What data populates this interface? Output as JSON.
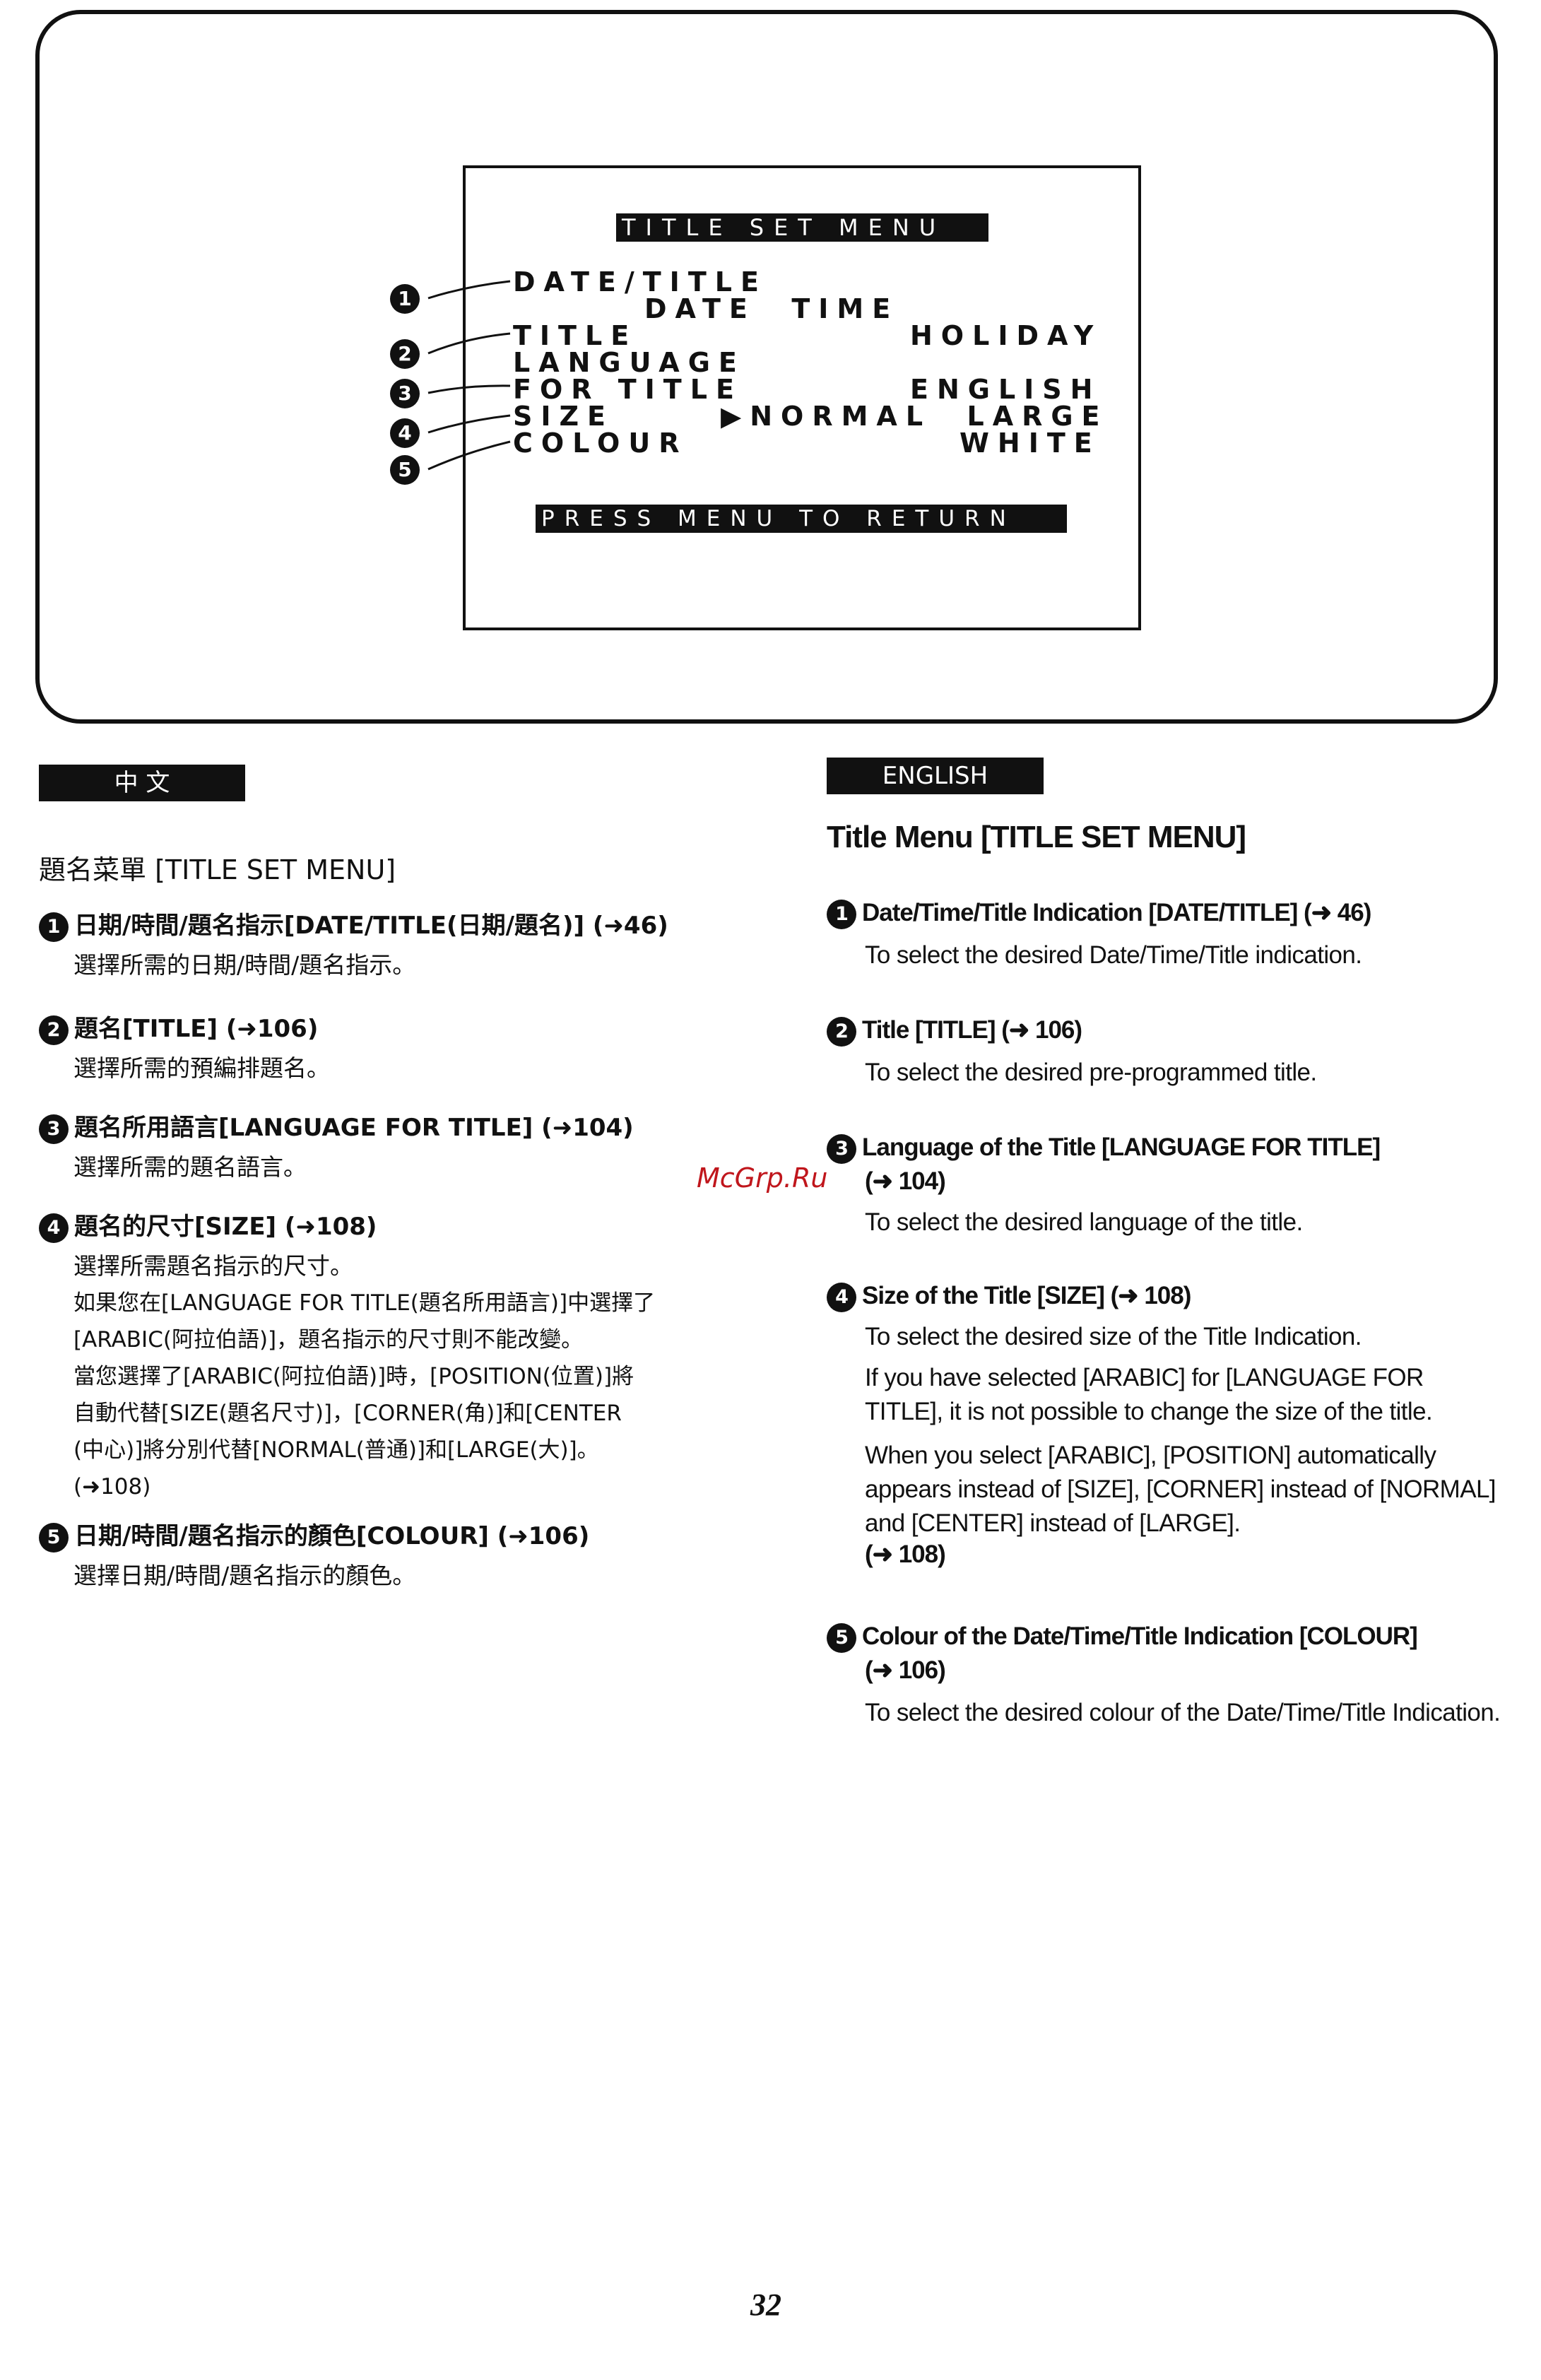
{
  "menu": {
    "header": "TITLE SET MENU",
    "rows": [
      {
        "label": "DATE/TITLE",
        "value": ""
      },
      {
        "label": "",
        "value": "DATE  TIME"
      },
      {
        "label": "TITLE",
        "value": "HOLIDAY"
      },
      {
        "label": "LANGUAGE",
        "value": ""
      },
      {
        "label": "FOR TITLE",
        "value": "ENGLISH"
      },
      {
        "label": "SIZE",
        "value": "▶NORMAL  LARGE"
      },
      {
        "label": "COLOUR",
        "value": "WHITE"
      }
    ],
    "footer": "PRESS MENU TO RETURN",
    "callouts": [
      "1",
      "2",
      "3",
      "4",
      "5"
    ]
  },
  "chinese": {
    "tag": "中 文",
    "heading": "題名菜單 [TITLE SET MENU]",
    "items": [
      {
        "num": "1",
        "title": "日期/時間/題名指示[DATE/TITLE(日期/題名)] (➜46)",
        "body": [
          "選擇所需的日期/時間/題名指示。"
        ]
      },
      {
        "num": "2",
        "title": "題名[TITLE] (➜106)",
        "body": [
          "選擇所需的預編排題名。"
        ]
      },
      {
        "num": "3",
        "title": "題名所用語言[LANGUAGE FOR TITLE] (➜104)",
        "body": [
          "選擇所需的題名語言。"
        ]
      },
      {
        "num": "4",
        "title": "題名的尺寸[SIZE] (➜108)",
        "body": [
          "選擇所需題名指示的尺寸。",
          "如果您在[LANGUAGE FOR TITLE(題名所用語言)]中選擇了",
          "[ARABIC(阿拉伯語)]，題名指示的尺寸則不能改變。",
          "當您選擇了[ARABIC(阿拉伯語)]時，[POSITION(位置)]將",
          "自動代替[SIZE(題名尺寸)]，[CORNER(角)]和[CENTER",
          "(中心)]將分別代替[NORMAL(普通)]和[LARGE(大)]。",
          "(➜108)"
        ]
      },
      {
        "num": "5",
        "title": "日期/時間/題名指示的顏色[COLOUR] (➜106)",
        "body": [
          "選擇日期/時間/題名指示的顏色。"
        ]
      }
    ]
  },
  "english": {
    "tag": "ENGLISH",
    "heading": "Title Menu [TITLE SET MENU]",
    "items": [
      {
        "num": "1",
        "title": "Date/Time/Title Indication [DATE/TITLE] (➜ 46)",
        "title2": "",
        "body": [
          "To select the desired Date/Time/Title indication."
        ]
      },
      {
        "num": "2",
        "title": "Title [TITLE] (➜ 106)",
        "title2": "",
        "body": [
          "To select the desired pre-programmed title."
        ]
      },
      {
        "num": "3",
        "title": "Language of the Title [LANGUAGE FOR TITLE]",
        "title2": "(➜ 104)",
        "body": [
          "To select the desired language of the title."
        ]
      },
      {
        "num": "4",
        "title": "Size of the Title [SIZE] (➜ 108)",
        "title2": "",
        "body": [
          "To select the desired size of the Title Indication.",
          "If you have selected [ARABIC] for [LANGUAGE FOR TITLE], it is not possible to change the size of the title.",
          "When you select [ARABIC], [POSITION] automatically appears instead of [SIZE], [CORNER] instead of [NORMAL] and [CENTER] instead of [LARGE].",
          "(➜ 108)"
        ]
      },
      {
        "num": "5",
        "title": "Colour of the Date/Time/Title Indication [COLOUR]",
        "title2": "(➜ 106)",
        "body": [
          "To select the desired colour of the Date/Time/Title Indication."
        ]
      }
    ]
  },
  "watermark": "McGrp.Ru",
  "page_number": "32"
}
